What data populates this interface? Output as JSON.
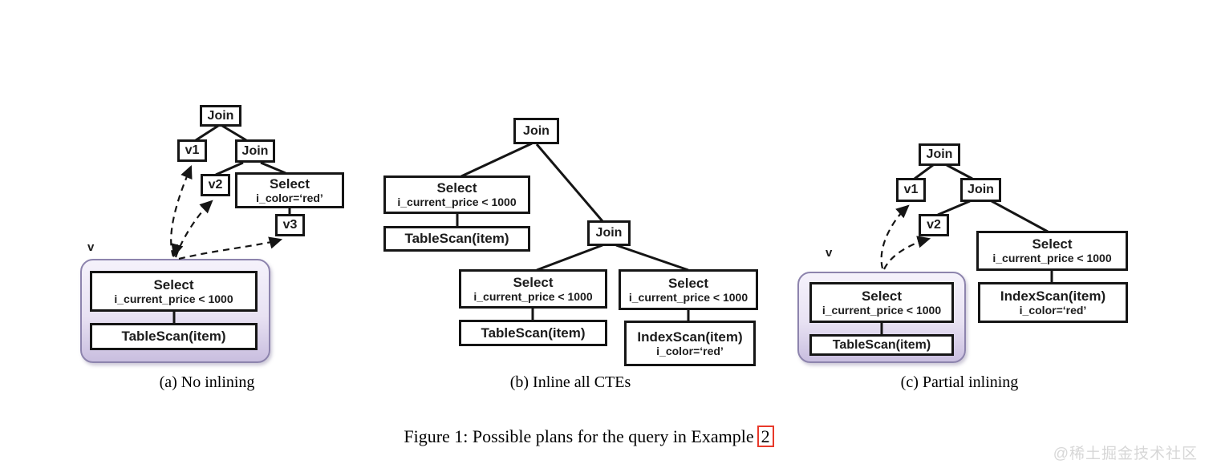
{
  "panels": [
    {
      "id": "a",
      "caption": "(a) No inlining",
      "view_label": "v",
      "nodes": {
        "join_top": "Join",
        "v1": "v1",
        "join_inner": "Join",
        "v2": "v2",
        "select_red": {
          "title": "Select",
          "sub": "i_color=‘red’"
        },
        "v3": "v3",
        "cte_select": {
          "title": "Select",
          "sub": "i_current_price < 1000"
        },
        "cte_tablescan": "TableScan(item)"
      }
    },
    {
      "id": "b",
      "caption": "(b) Inline all CTEs",
      "nodes": {
        "join_top": "Join",
        "select_left": {
          "title": "Select",
          "sub": "i_current_price < 1000"
        },
        "tablescan_left": "TableScan(item)",
        "join_inner": "Join",
        "select_mid": {
          "title": "Select",
          "sub": "i_current_price < 1000"
        },
        "tablescan_mid": "TableScan(item)",
        "select_right": {
          "title": "Select",
          "sub": "i_current_price < 1000"
        },
        "indexscan_right": {
          "title": "IndexScan(item)",
          "sub": "i_color=‘red’"
        }
      }
    },
    {
      "id": "c",
      "caption": "(c) Partial inlining",
      "view_label": "v",
      "nodes": {
        "join_top": "Join",
        "v1": "v1",
        "join_inner": "Join",
        "v2": "v2",
        "select_right": {
          "title": "Select",
          "sub": "i_current_price < 1000"
        },
        "indexscan_right": {
          "title": "IndexScan(item)",
          "sub": "i_color=‘red’"
        },
        "cte_select": {
          "title": "Select",
          "sub": "i_current_price < 1000"
        },
        "cte_tablescan": "TableScan(item)"
      }
    }
  ],
  "figure_caption": {
    "text": "Figure 1: Possible plans for the query in Example",
    "reference": "2"
  },
  "watermark": "@稀土掘金技术社区",
  "colors": {
    "node_border": "#151515",
    "cte_box_border": "#8d84ad",
    "cte_box_fill_bottom": "#c9bedf",
    "reference_box": "#e8392a"
  }
}
